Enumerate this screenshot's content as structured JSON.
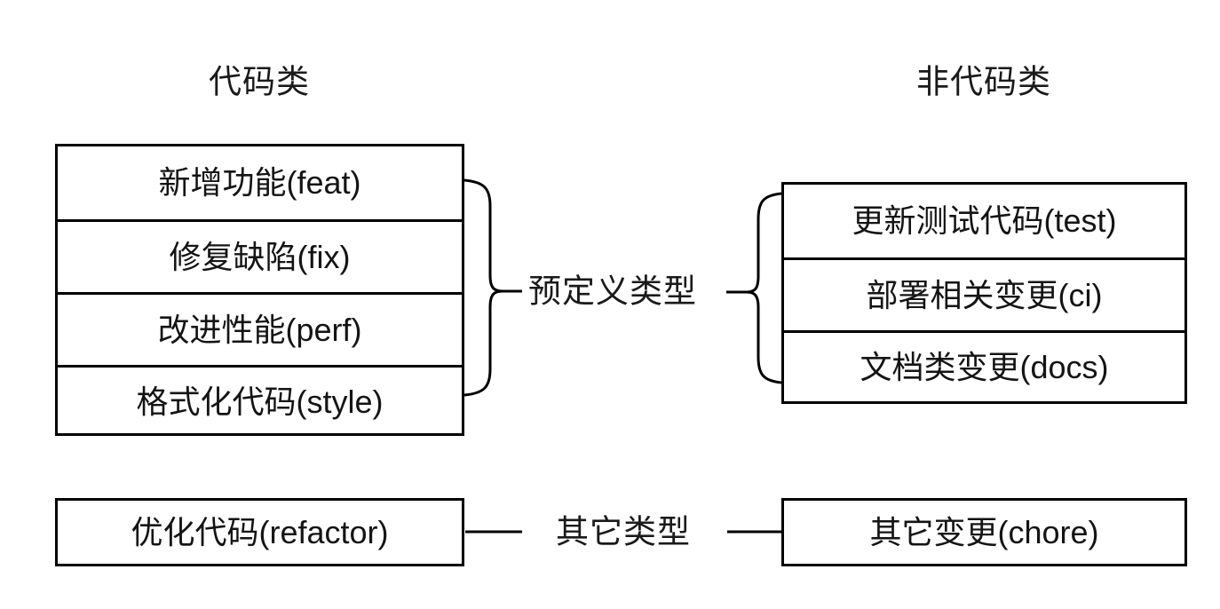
{
  "headings": {
    "left": "代码类",
    "right": "非代码类"
  },
  "groups": {
    "predefined_label": "预定义类型",
    "other_label": "其它类型"
  },
  "code_types": [
    {
      "label": "新增功能(feat)"
    },
    {
      "label": "修复缺陷(fix)"
    },
    {
      "label": "改进性能(perf)"
    },
    {
      "label": "格式化代码(style)"
    }
  ],
  "non_code_types": [
    {
      "label": "更新测试代码(test)"
    },
    {
      "label": "部署相关变更(ci)"
    },
    {
      "label": "文档类变更(docs)"
    }
  ],
  "other_code_type": {
    "label": "优化代码(refactor)"
  },
  "other_non_code_type": {
    "label": "其它变更(chore)"
  },
  "colors": {
    "stroke": "#000000",
    "text": "#141414",
    "background": "#ffffff"
  }
}
